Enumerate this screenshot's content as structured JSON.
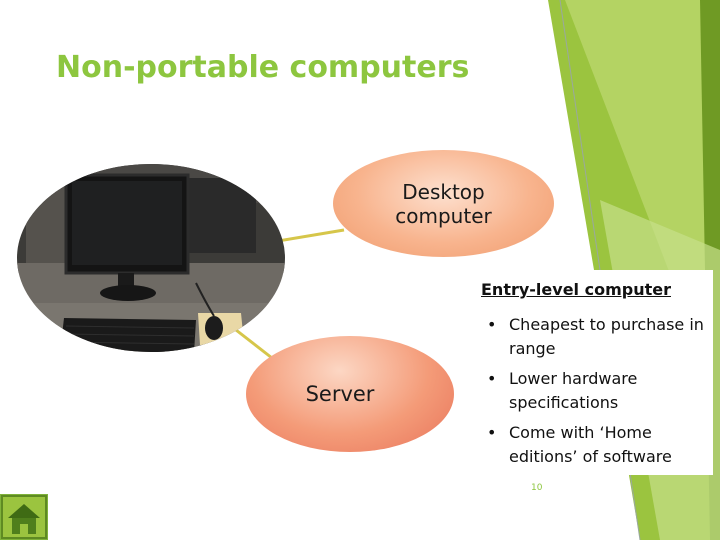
{
  "slide": {
    "title": "Non-portable computers",
    "page_number": "10"
  },
  "bubbles": {
    "desktop_label": "Desktop computer",
    "server_label": "Server"
  },
  "info": {
    "heading": "Entry-level computer",
    "bullets": [
      "Cheapest to purchase in range",
      "Lower hardware specifications",
      "Come with ‘Home editions’ of software"
    ]
  },
  "colors": {
    "title_green": "#8dc63f",
    "accent_green": "#9bc43f",
    "connector_yellow": "#d6c64a",
    "bubble_peach": "#f8b48e",
    "bubble_salmon": "#ef8466"
  },
  "icons": {
    "home": "home-icon"
  }
}
